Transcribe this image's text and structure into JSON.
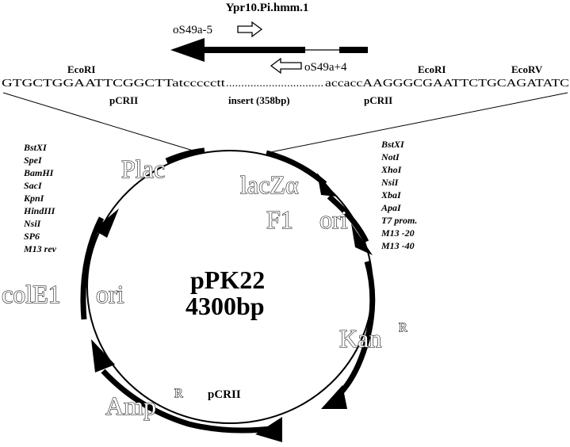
{
  "header": {
    "gene_name": "Ypr10.Pi.hmm.1",
    "primer_forward": "oS49a-5",
    "primer_reverse": "oS49a+4"
  },
  "sequence": {
    "ecori_left": "EcoRI",
    "ecori_right": "EcoRI",
    "ecorv": "EcoRV",
    "left_text": "GTGCTGGAATTCGGCTTatccccctt",
    "dots": "................................",
    "right_text": "accaccAAGGGCGAATTCTGCAGATATC",
    "pcrii_left": "pCRII",
    "insert": "insert  (358bp)",
    "pcrii_right": "pCRII"
  },
  "plasmid": {
    "name": "pPK22",
    "size": "4300bp",
    "features": {
      "plac": "Plac",
      "lacz": "lacZα",
      "f1": "F1",
      "f1_ori": "ori",
      "kan": "Kan",
      "kan_sup": "R",
      "amp": "Amp",
      "amp_sup": "R",
      "cole1": "colE1",
      "cole1_ori": "ori",
      "pcrii": "pCRII"
    }
  },
  "left_sites": [
    "BstXI",
    "SpeI",
    "BamHI",
    "SacI",
    "KpnI",
    "HindIII",
    "NsiI",
    "SP6",
    "M13  rev"
  ],
  "right_sites": [
    "BstXI",
    "NotI",
    "XhoI",
    "NsiI",
    "XbaI",
    "ApaI",
    "T7  prom.",
    "M13  -20",
    "M13  -40"
  ]
}
